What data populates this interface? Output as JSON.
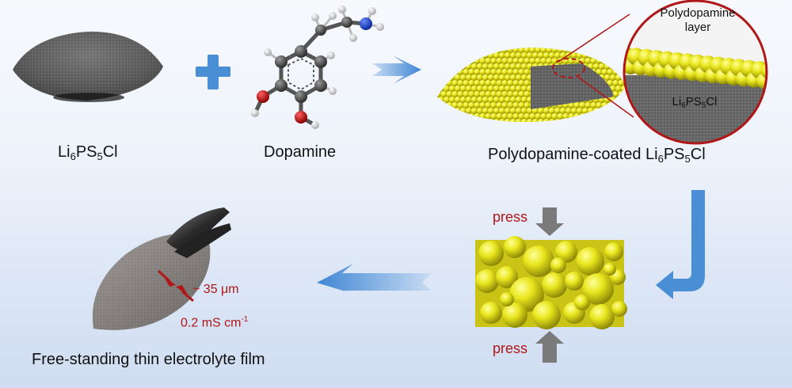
{
  "labels": {
    "li6ps5cl_main": "Li",
    "li6ps5cl_sub1": "6",
    "li6ps5cl_mid": "PS",
    "li6ps5cl_sub2": "5",
    "li6ps5cl_end": "Cl",
    "dopamine": "Dopamine",
    "coated_prefix": "Polydopamine-coated  Li",
    "coated_sub1": "6",
    "coated_mid": "PS",
    "coated_sub2": "5",
    "coated_end": "Cl",
    "inset_top_line1": "Polydopamine",
    "inset_top_line2": "layer",
    "inset_bottom_main": "Li",
    "inset_bottom_sub1": "6",
    "inset_bottom_mid": "PS",
    "inset_bottom_sub2": "5",
    "inset_bottom_end": "Cl",
    "press_top": "press",
    "press_bottom": "press",
    "thickness": "~ 35 μm",
    "conductivity_main": "0.2 mS cm",
    "conductivity_sup": "-1",
    "film": "Free-standing thin electrolyte film"
  },
  "colors": {
    "accent_red": "#b01717",
    "arrow_blue": "#4a8fd6",
    "particle_yellow": "#e9e61e",
    "electrolyte_gray": "#707070"
  }
}
